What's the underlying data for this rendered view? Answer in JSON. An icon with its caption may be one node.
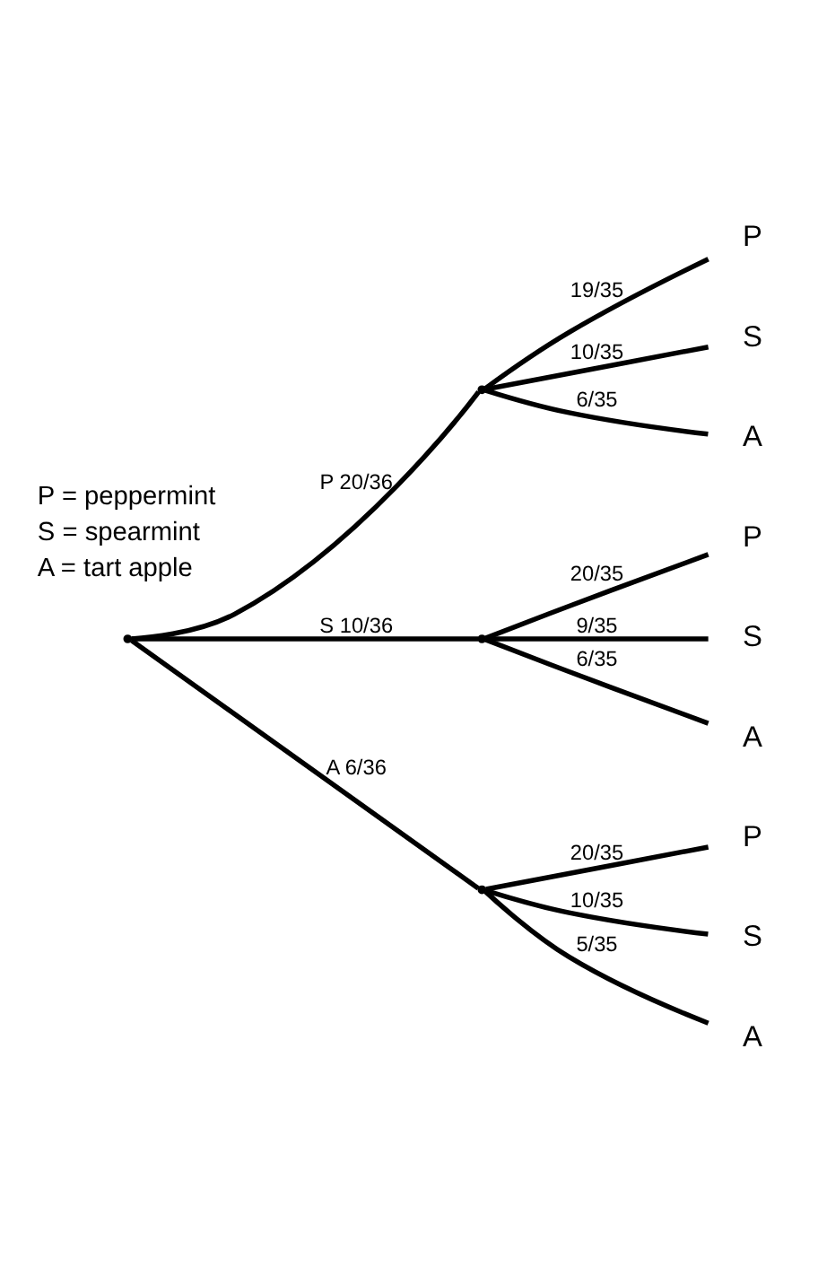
{
  "diagram": {
    "nodes": [
      {
        "text": [],
        "shape": "point"
      },
      {
        "text": [],
        "shape": "point"
      },
      {
        "text": [],
        "shape": "point"
      },
      {
        "text": [],
        "shape": "point"
      },
      {
        "text": [
          "P"
        ]
      },
      {
        "text": [
          "S"
        ]
      },
      {
        "text": [
          "A"
        ]
      },
      {
        "text": [
          "P"
        ]
      },
      {
        "text": [
          "S"
        ]
      },
      {
        "text": [
          "A"
        ]
      },
      {
        "text": [
          "P"
        ]
      },
      {
        "text": [
          "S"
        ]
      },
      {
        "text": [
          "A"
        ]
      }
    ],
    "edges": [
      {
        "from": 0,
        "to": 1,
        "arrow": "none",
        "label": "P 20/36"
      },
      {
        "from": 0,
        "to": 2,
        "arrow": "none",
        "label": "S 10/36"
      },
      {
        "from": 0,
        "to": 3,
        "arrow": "none",
        "label": "A 6/36"
      },
      {
        "from": 1,
        "to": 4,
        "arrow": "none",
        "label": "19/35"
      },
      {
        "from": 1,
        "to": 5,
        "arrow": "none",
        "label": "10/35"
      },
      {
        "from": 1,
        "to": 6,
        "arrow": "none",
        "label": "6/35"
      },
      {
        "from": 2,
        "to": 7,
        "arrow": "none",
        "label": "20/35"
      },
      {
        "from": 2,
        "to": 8,
        "arrow": "none",
        "label": "9/35"
      },
      {
        "from": 2,
        "to": 9,
        "arrow": "none",
        "label": "6/35"
      },
      {
        "from": 3,
        "to": 10,
        "arrow": "none",
        "label": "20/35"
      },
      {
        "from": 3,
        "to": 11,
        "arrow": "none",
        "label": "10/35"
      },
      {
        "from": 3,
        "to": 12,
        "arrow": "none",
        "label": "5/35"
      }
    ],
    "labels": [
      "P = peppermint",
      "S = spearmint",
      "A = tart apple"
    ]
  }
}
